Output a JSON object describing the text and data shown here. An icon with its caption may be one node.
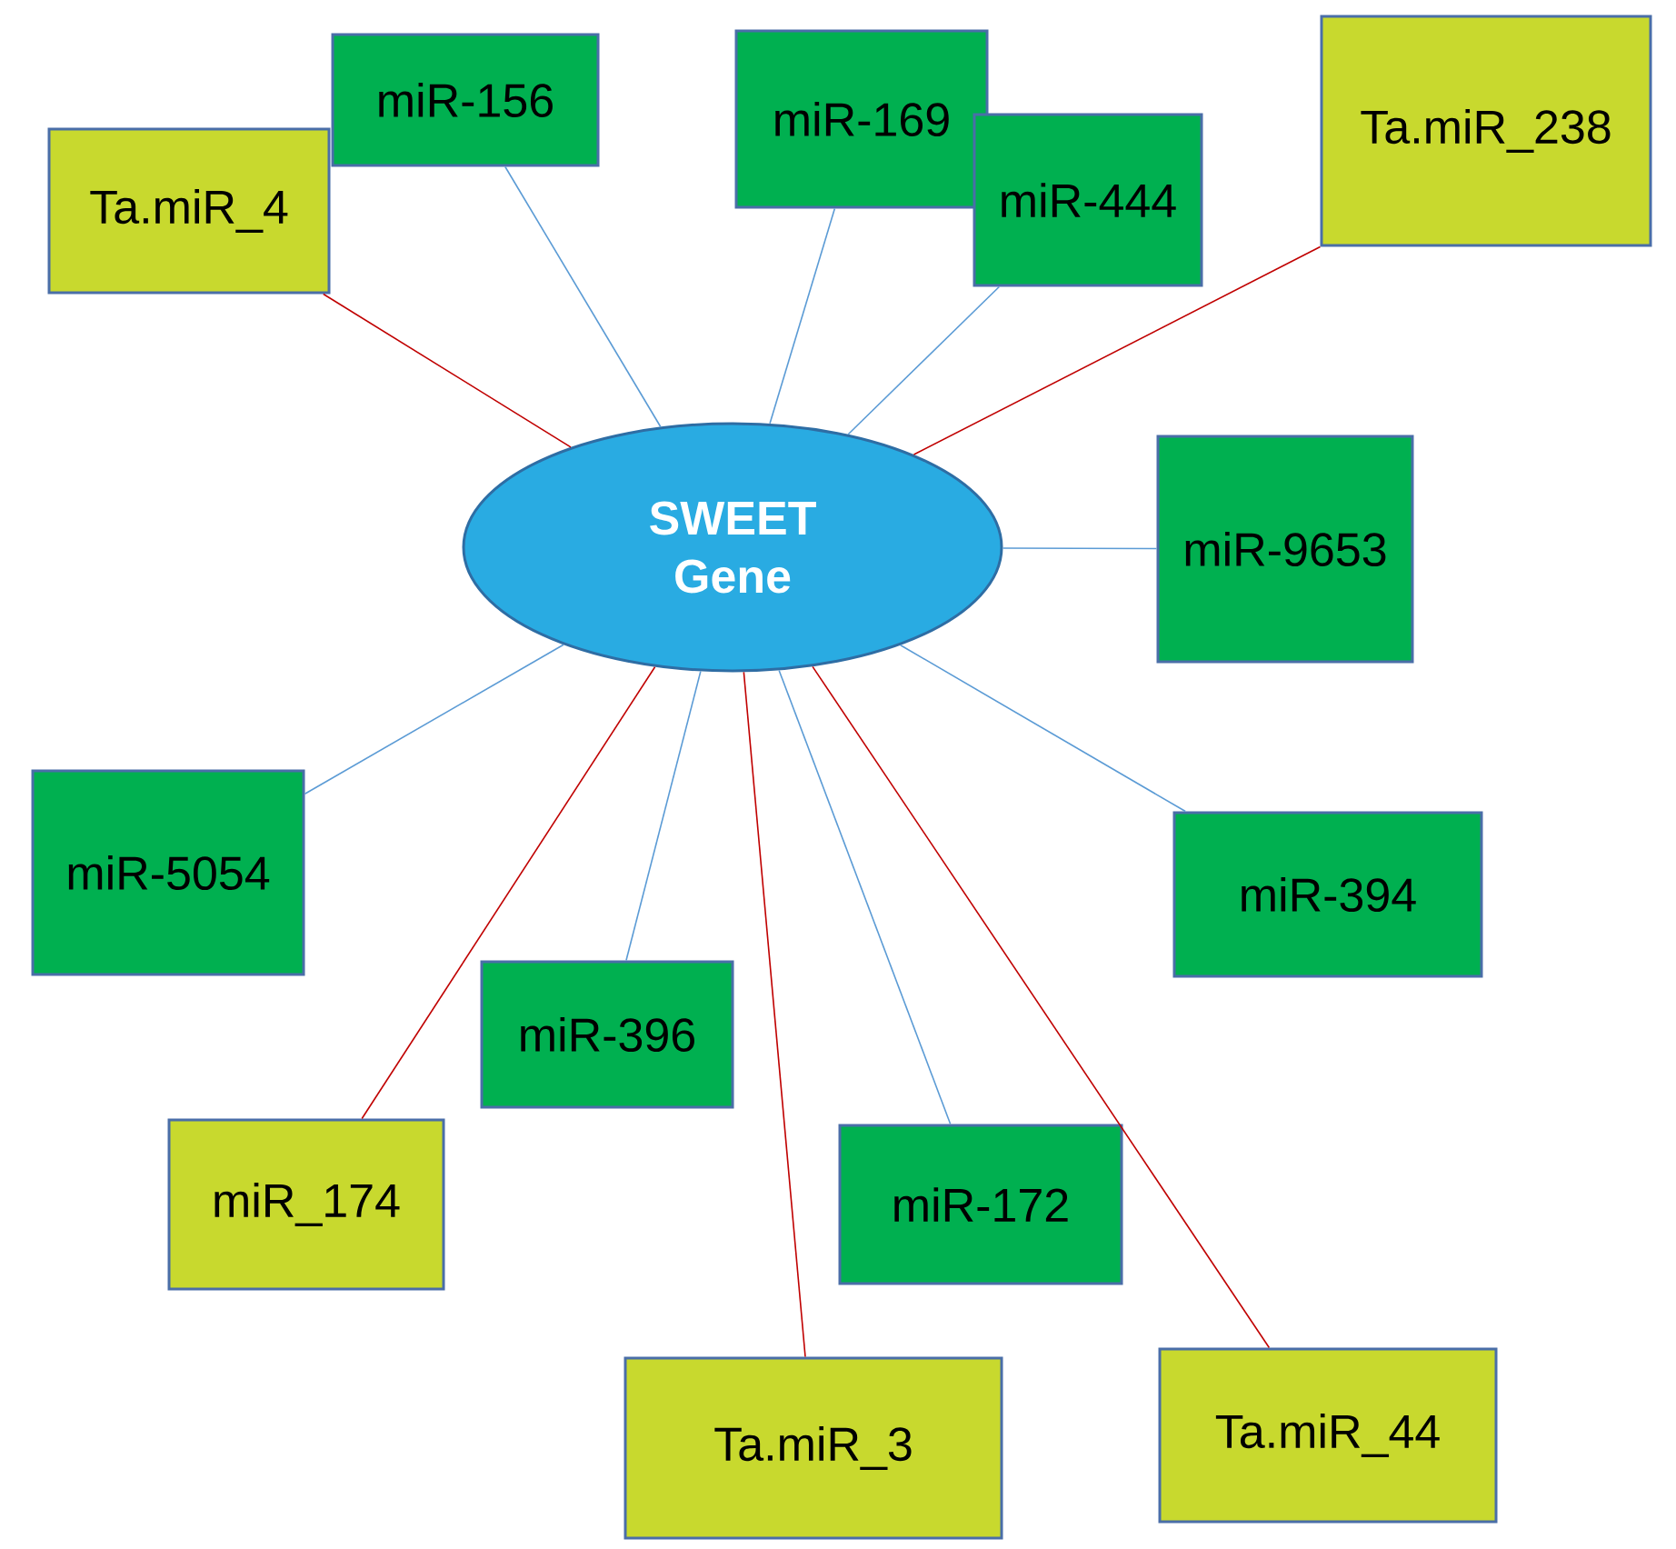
{
  "diagram": {
    "nodes": [
      {
        "text": [
          "SWEET Gene"
        ]
      },
      {
        "text": [
          "Ta.miR_4"
        ]
      },
      {
        "text": [
          "miR-156"
        ]
      },
      {
        "text": [
          "miR-169"
        ]
      },
      {
        "text": [
          "miR-444"
        ]
      },
      {
        "text": [
          "Ta.miR_238"
        ]
      },
      {
        "text": [
          "miR-9653"
        ]
      },
      {
        "text": [
          "miR-5054"
        ]
      },
      {
        "text": [
          "miR-394"
        ]
      },
      {
        "text": [
          "miR-396"
        ]
      },
      {
        "text": [
          "miR_174"
        ]
      },
      {
        "text": [
          "miR-172"
        ]
      },
      {
        "text": [
          "Ta.miR_3"
        ]
      },
      {
        "text": [
          "Ta.miR_44"
        ]
      }
    ],
    "edges": [
      {
        "from": 0,
        "to": 1,
        "arrow": "none",
        "color": "#c00000"
      },
      {
        "from": 0,
        "to": 2,
        "arrow": "none"
      },
      {
        "from": 0,
        "to": 3,
        "arrow": "none"
      },
      {
        "from": 0,
        "to": 4,
        "arrow": "none"
      },
      {
        "from": 0,
        "to": 5,
        "arrow": "none",
        "color": "#c00000"
      },
      {
        "from": 0,
        "to": 6,
        "arrow": "none"
      },
      {
        "from": 0,
        "to": 7,
        "arrow": "none"
      },
      {
        "from": 0,
        "to": 8,
        "arrow": "none"
      },
      {
        "from": 0,
        "to": 9,
        "arrow": "none"
      },
      {
        "from": 0,
        "to": 10,
        "arrow": "none",
        "color": "#c00000"
      },
      {
        "from": 0,
        "to": 11,
        "arrow": "none"
      },
      {
        "from": 0,
        "to": 12,
        "arrow": "none",
        "color": "#c00000"
      },
      {
        "from": 0,
        "to": 13,
        "arrow": "none",
        "color": "#c00000"
      }
    ]
  }
}
